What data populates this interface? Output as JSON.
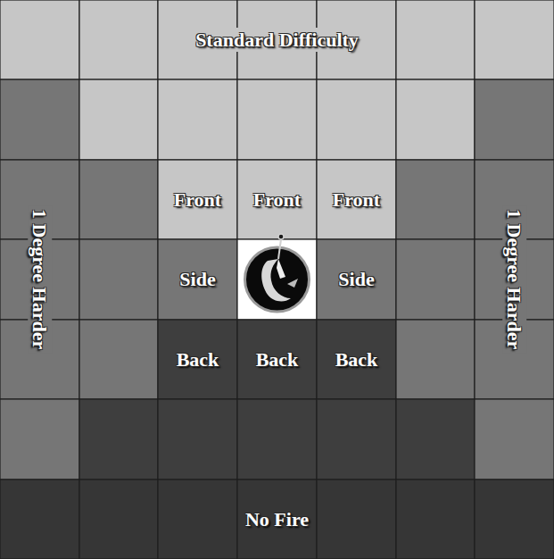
{
  "diagram": {
    "nodes": [
      {
        "text": [
          "Standard Difficulty"
        ]
      },
      {
        "text": [
          "1 Degree Harder"
        ]
      },
      {
        "text": [
          "Front"
        ]
      },
      {
        "text": [
          "Front"
        ]
      },
      {
        "text": [
          "Front"
        ]
      },
      {
        "text": [
          "1 Degree Harder"
        ]
      },
      {
        "text": [
          "Side"
        ]
      },
      {
        "text": [
          "Side"
        ]
      },
      {
        "text": [
          "Back"
        ]
      },
      {
        "text": [
          "Back"
        ]
      },
      {
        "text": [
          "Back"
        ]
      },
      {
        "text": [
          "No Fire"
        ]
      }
    ]
  }
}
